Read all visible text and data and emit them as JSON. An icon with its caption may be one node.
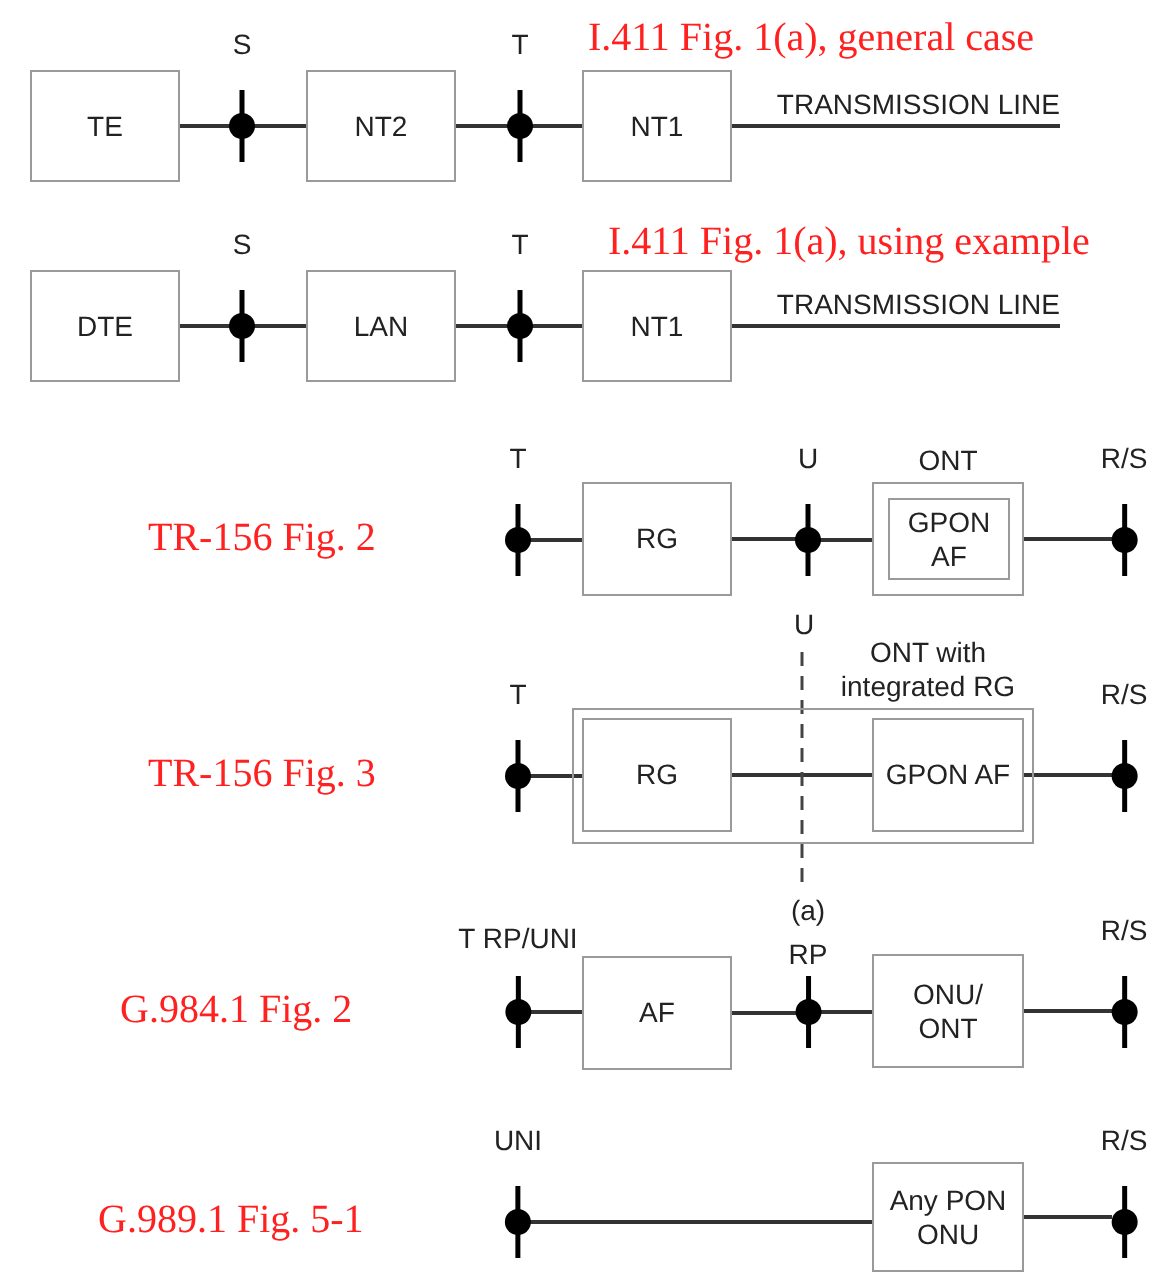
{
  "diagram": {
    "nodes": [
      {
        "text": [
          "TE"
        ]
      },
      {
        "text": [
          "S"
        ]
      },
      {
        "text": [
          "NT2"
        ]
      },
      {
        "text": [
          "T"
        ]
      },
      {
        "text": [
          "NT1"
        ]
      },
      {
        "text": [
          "DTE"
        ]
      },
      {
        "text": [
          "S"
        ]
      },
      {
        "text": [
          "LAN"
        ]
      },
      {
        "text": [
          "T"
        ]
      },
      {
        "text": [
          "NT1"
        ]
      },
      {
        "text": [
          "T"
        ]
      },
      {
        "text": [
          "RG"
        ]
      },
      {
        "text": [
          "U"
        ]
      },
      {
        "text": [
          "ONT"
        ]
      },
      {
        "text": [
          "GPON AF"
        ],
        "in": 13
      },
      {
        "text": [
          "R/S"
        ]
      },
      {
        "text": [
          "T"
        ]
      },
      {
        "text": [
          "ONT with integrated RG"
        ]
      },
      {
        "text": [
          "RG"
        ],
        "in": 17
      },
      {
        "text": [
          "GPON AF"
        ],
        "in": 17
      },
      {
        "text": [
          "R/S"
        ]
      },
      {
        "text": [
          "T RP/UNI"
        ]
      },
      {
        "text": [
          "AF"
        ]
      },
      {
        "text": [
          "RP"
        ]
      },
      {
        "text": [
          "ONU/ ONT"
        ]
      },
      {
        "text": [
          "R/S"
        ]
      },
      {
        "text": [
          "UNI"
        ]
      },
      {
        "text": [
          "Any PON ONU"
        ]
      },
      {
        "text": [
          "R/S"
        ]
      }
    ],
    "edges": [
      {
        "from": 0,
        "to": 1,
        "arrow": "none"
      },
      {
        "from": 1,
        "to": 2,
        "arrow": "none"
      },
      {
        "from": 2,
        "to": 3,
        "arrow": "none"
      },
      {
        "from": 3,
        "to": 4,
        "arrow": "none"
      },
      {
        "from": 4,
        "to": null,
        "arrow": "none",
        "label": "TRANSMISSION LINE"
      },
      {
        "from": 5,
        "to": 6,
        "arrow": "none"
      },
      {
        "from": 6,
        "to": 7,
        "arrow": "none"
      },
      {
        "from": 7,
        "to": 8,
        "arrow": "none"
      },
      {
        "from": 8,
        "to": 9,
        "arrow": "none"
      },
      {
        "from": 9,
        "to": null,
        "arrow": "none",
        "label": "TRANSMISSION LINE"
      },
      {
        "from": 10,
        "to": 11,
        "arrow": "none"
      },
      {
        "from": 11,
        "to": 12,
        "arrow": "none"
      },
      {
        "from": 12,
        "to": 13,
        "arrow": "none"
      },
      {
        "from": 13,
        "to": 15,
        "arrow": "none"
      },
      {
        "from": 16,
        "to": 18,
        "arrow": "none"
      },
      {
        "from": 18,
        "to": 19,
        "arrow": "none"
      },
      {
        "from": 19,
        "to": 20,
        "arrow": "none"
      },
      {
        "from": 21,
        "to": 22,
        "arrow": "none"
      },
      {
        "from": 22,
        "to": 23,
        "arrow": "none"
      },
      {
        "from": 23,
        "to": 24,
        "arrow": "none"
      },
      {
        "from": 24,
        "to": 25,
        "arrow": "none"
      },
      {
        "from": 26,
        "to": 27,
        "arrow": "none"
      },
      {
        "from": 27,
        "to": 28,
        "arrow": "none"
      }
    ],
    "labels": [
      "I.411 Fig. 1(a), general case",
      "I.411 Fig. 1(a), using example",
      "TR-156 Fig. 2",
      "U",
      "TR-156 Fig. 3",
      "(a)",
      "G.984.1 Fig. 2",
      "G.989.1 Fig. 5-1"
    ]
  }
}
